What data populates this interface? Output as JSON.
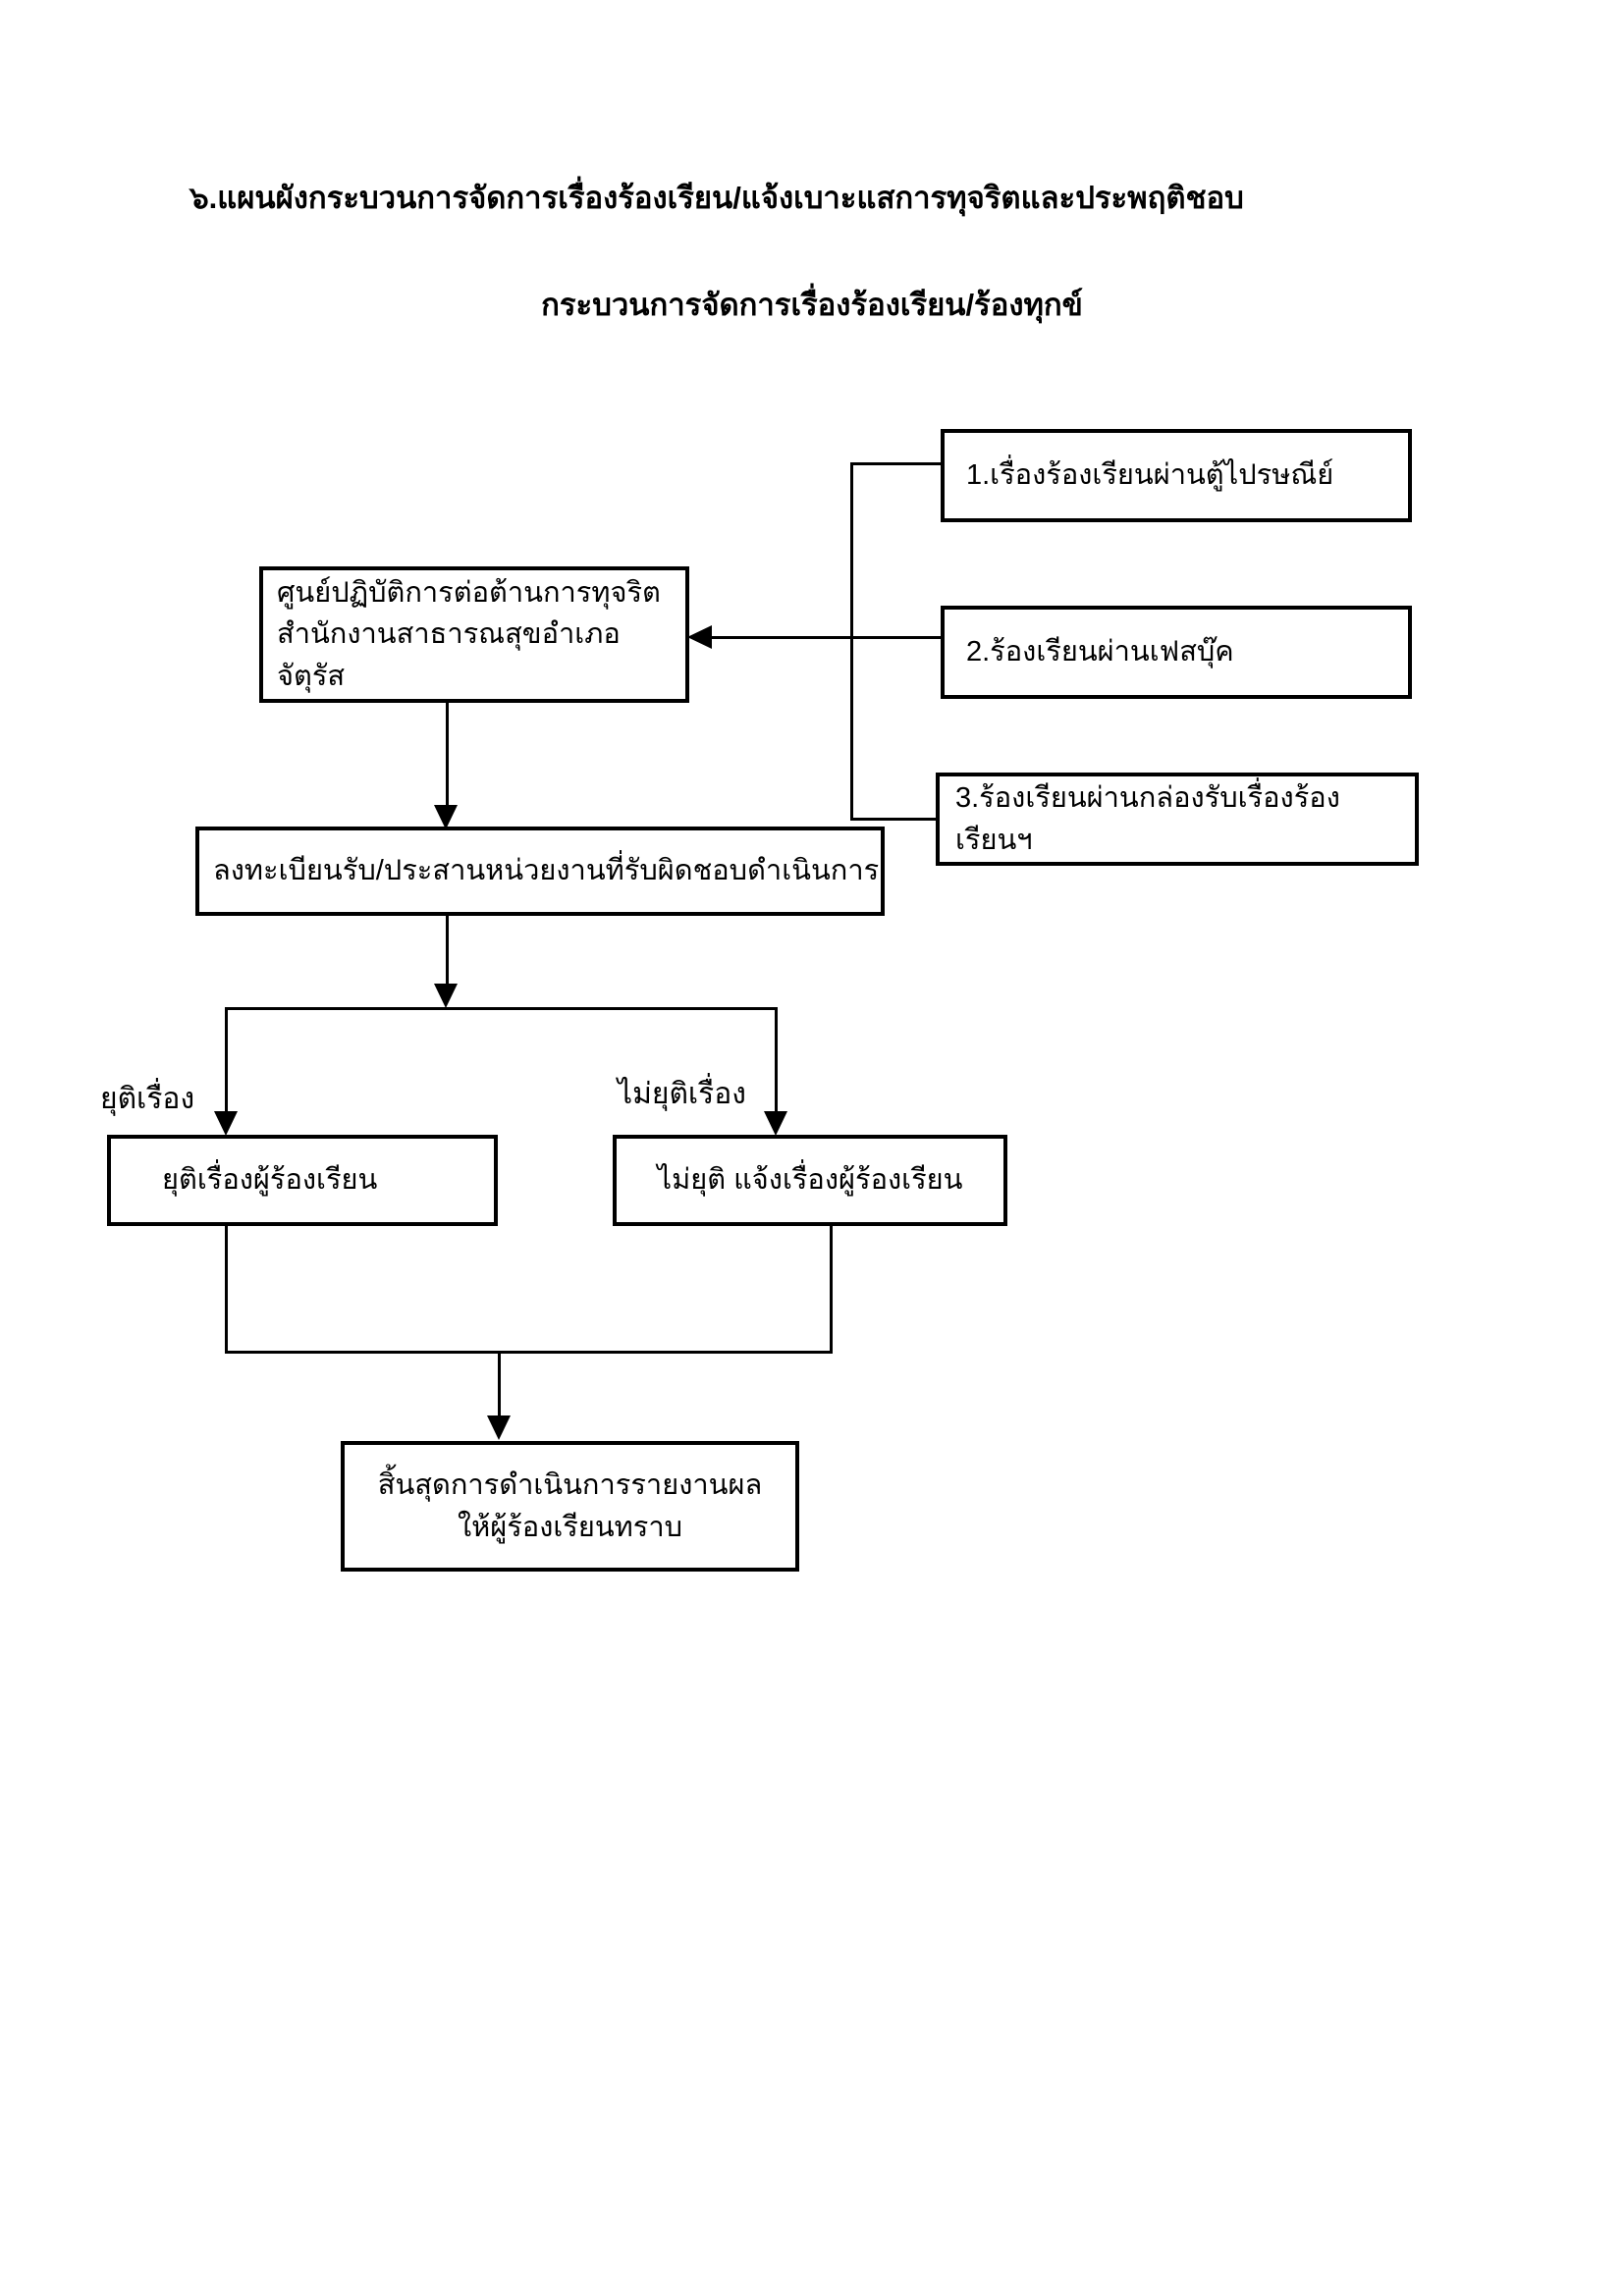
{
  "page": {
    "title": "๖.แผนผังกระบวนการจัดการเรื่องร้องเรียน/แจ้งเบาะแสการทุจริตและประพฤติชอบ",
    "subtitle": "กระบวนการจัดการเรื่องร้องเรียน/ร้องทุกข์"
  },
  "flowchart": {
    "sources": [
      {
        "label": "1.เรื่องร้องเรียนผ่านตู้ไปรษณีย์"
      },
      {
        "label": "2.ร้องเรียนผ่านเฟสบุ๊ค"
      },
      {
        "label": "3.ร้องเรียนผ่านกล่องรับเรื่องร้องเรียนฯ"
      }
    ],
    "operations_center": {
      "line1": "ศูนย์ปฏิบัติการต่อต้านการทุจริต",
      "line2": "สำนักงานสาธารณสุขอำเภอจัตุรัส"
    },
    "register": {
      "label": "ลงทะเบียนรับ/ประสานหน่วยงานที่รับผิดชอบดำเนินการ"
    },
    "branch_labels": {
      "resolved": "ยุติเรื่อง",
      "not_resolved": "ไม่ยุติเรื่อง"
    },
    "resolved_box": {
      "label": "ยุติเรื่องผู้ร้องเรียน"
    },
    "not_resolved_box": {
      "label": "ไม่ยุติ แจ้งเรื่องผู้ร้องเรียน"
    },
    "end_box": {
      "line1": "สิ้นสุดการดำเนินการรายงานผล",
      "line2": "ให้ผู้ร้องเรียนทราบ"
    }
  },
  "colors": {
    "background": "#ffffff",
    "line": "#000000",
    "text": "#000000"
  }
}
